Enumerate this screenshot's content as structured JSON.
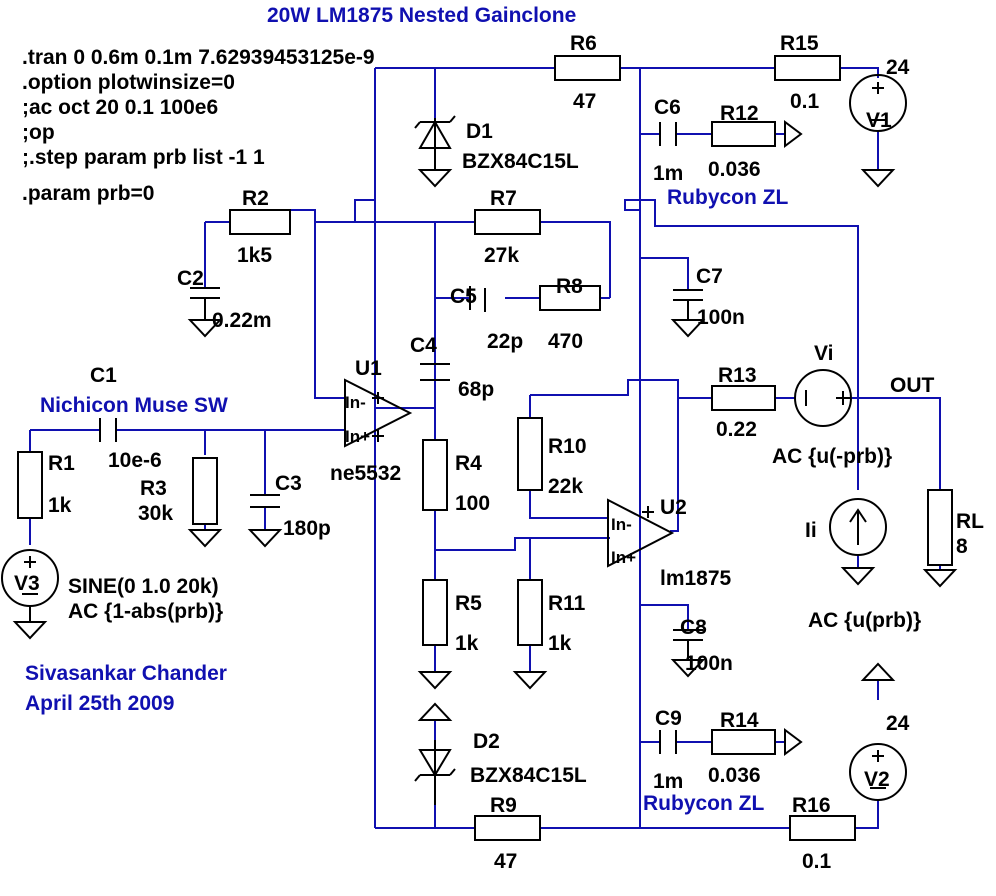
{
  "title": "20W LM1875 Nested Gainclone",
  "directives": [
    ".tran 0 0.6m 0.1m 7.62939453125e-9",
    ".option plotwinsize=0",
    ";ac oct 20 0.1 100e6",
    ";op",
    ";.step param prb list -1 1",
    ".param prb=0"
  ],
  "author": "Sivasankar Chander",
  "date": "April 25th 2009",
  "notes": {
    "c1_brand": "Nichicon Muse SW",
    "c6_brand": "Rubycon ZL",
    "c9_brand": "Rubycon ZL"
  },
  "components": {
    "R1": {
      "name": "R1",
      "value": "1k"
    },
    "R2": {
      "name": "R2",
      "value": "1k5"
    },
    "R3": {
      "name": "R3",
      "value": "30k"
    },
    "R4": {
      "name": "R4",
      "value": "100"
    },
    "R5": {
      "name": "R5",
      "value": "1k"
    },
    "R6": {
      "name": "R6",
      "value": "47"
    },
    "R7": {
      "name": "R7",
      "value": "27k"
    },
    "R8": {
      "name": "R8",
      "value": "470"
    },
    "R9": {
      "name": "R9",
      "value": "47"
    },
    "R10": {
      "name": "R10",
      "value": "22k"
    },
    "R11": {
      "name": "R11",
      "value": "1k"
    },
    "R12": {
      "name": "R12",
      "value": "0.036"
    },
    "R13": {
      "name": "R13",
      "value": "0.22"
    },
    "R14": {
      "name": "R14",
      "value": "0.036"
    },
    "R15": {
      "name": "R15",
      "value": "0.1"
    },
    "R16": {
      "name": "R16",
      "value": "0.1"
    },
    "RL": {
      "name": "RL",
      "value": "8"
    },
    "C1": {
      "name": "C1",
      "value": "10e-6"
    },
    "C2": {
      "name": "C2",
      "value": "0.22m"
    },
    "C3": {
      "name": "C3",
      "value": "180p"
    },
    "C4": {
      "name": "C4",
      "value": "68p"
    },
    "C5": {
      "name": "C5",
      "value": "22p"
    },
    "C6": {
      "name": "C6",
      "value": "1m"
    },
    "C7": {
      "name": "C7",
      "value": "100n"
    },
    "C8": {
      "name": "C8",
      "value": "100n"
    },
    "C9": {
      "name": "C9",
      "value": "1m"
    },
    "D1": {
      "name": "D1",
      "value": "BZX84C15L"
    },
    "D2": {
      "name": "D2",
      "value": "BZX84C15L"
    },
    "U1": {
      "name": "U1",
      "value": "ne5532"
    },
    "U2": {
      "name": "U2",
      "value": "lm1875"
    },
    "V1": {
      "name": "V1",
      "value": "24"
    },
    "V2": {
      "name": "V2",
      "value": "24"
    },
    "V3": {
      "name": "V3",
      "value": "SINE(0 1.0 20k)",
      "ac": "AC {1-abs(prb)}"
    },
    "Vi": {
      "name": "Vi",
      "value": "AC {u(-prb)}"
    },
    "Ii": {
      "name": "Ii",
      "value": "AC {u(prb)}"
    }
  },
  "net_labels": {
    "out": "OUT"
  },
  "pins": {
    "in_minus": "In-",
    "in_plus": "In+"
  }
}
